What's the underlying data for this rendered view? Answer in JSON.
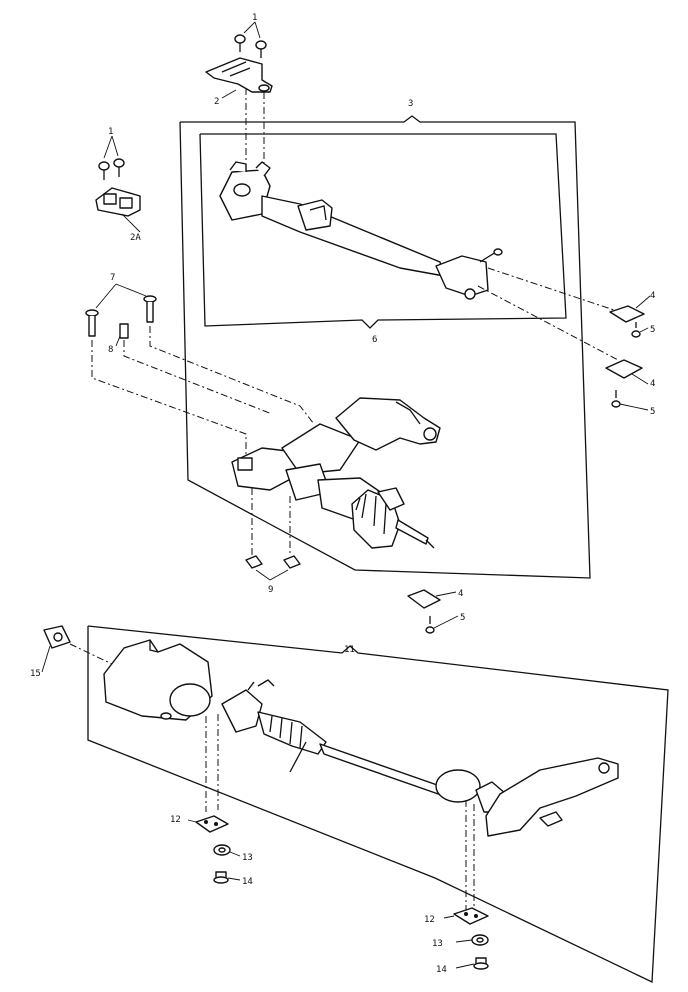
{
  "callouts": {
    "c1_top": "1",
    "c2": "2",
    "c3": "3",
    "c1_left": "1",
    "c2a": "2A",
    "c4_upper": "4",
    "c5_upper": "5",
    "c6": "6",
    "c7": "7",
    "c8": "8",
    "c4_mid": "4",
    "c5_mid": "5",
    "c9": "9",
    "c4_low": "4",
    "c5_low": "5",
    "c15": "15",
    "c11": "11",
    "c12_left": "12",
    "c13_left": "13",
    "c14_left": "14",
    "c12_right": "12",
    "c13_right": "13",
    "c14_right": "14"
  }
}
